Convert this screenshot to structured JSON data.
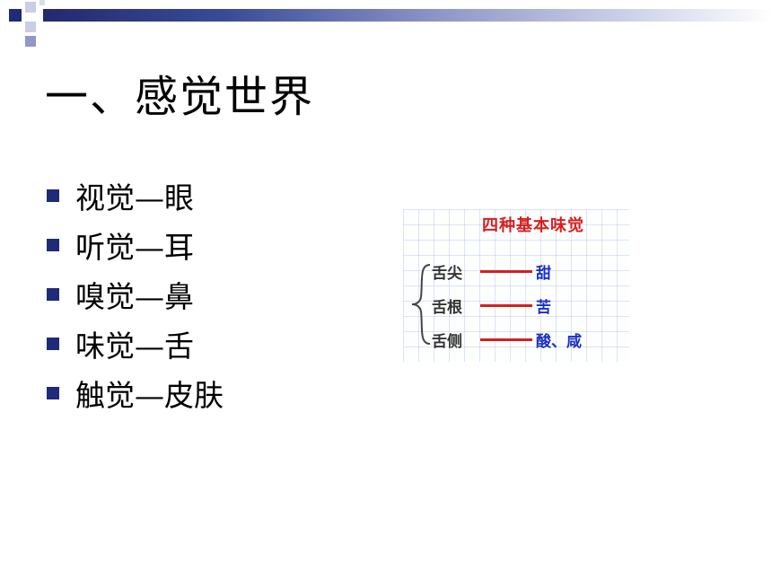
{
  "slide": {
    "title": "一、感觉世界",
    "bullets": [
      {
        "label": "视觉—眼"
      },
      {
        "label": "听觉—耳"
      },
      {
        "label": "嗅觉—鼻"
      },
      {
        "label": "味觉—舌"
      },
      {
        "label": "触觉—皮肤"
      }
    ]
  },
  "figure": {
    "title": "四种基本味觉",
    "rows": [
      {
        "part": "舌尖",
        "taste": "甜"
      },
      {
        "part": "舌根",
        "taste": "苦"
      },
      {
        "part": "舌侧",
        "taste": "酸、咸"
      }
    ]
  },
  "colors": {
    "bullet": "#1f2a7a",
    "header_bar": "#3b4a98",
    "figure_title": "#d81e1e",
    "taste_text": "#1b2fc8"
  }
}
